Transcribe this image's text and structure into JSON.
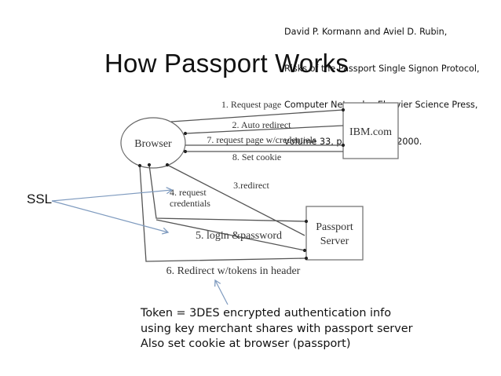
{
  "citation": {
    "lines": [
      "David P. Kormann and Aviel D. Rubin,",
      "Risks of the Passport Single Signon Protocol,",
      "Computer Networks, Elsevier Science Press,",
      "volume 33, pages 51-58, 2000."
    ]
  },
  "title": "How Passport Works",
  "diagram": {
    "nodes": {
      "browser": "Browser",
      "ibm": "IBM.com",
      "passport_line1": "Passport",
      "passport_line2": "Server"
    },
    "messages": {
      "m1": "1. Request page",
      "m2": "2. Auto redirect",
      "m7": "7. request page w/credentials",
      "m8": "8. Set cookie",
      "m3": "3.redirect",
      "m4_line1": "4. request",
      "m4_line2": "credentials",
      "m5": "5. login &password",
      "m6": "6. Redirect w/tokens in header"
    },
    "colors": {
      "line": "#555555",
      "annotation_arrow": "#7f9bbf"
    }
  },
  "annotations": {
    "ssl_label": "SSL",
    "token_note": [
      "Token = 3DES encrypted authentication info",
      "using key merchant shares with passport server",
      "Also set cookie at browser (passport)"
    ]
  }
}
